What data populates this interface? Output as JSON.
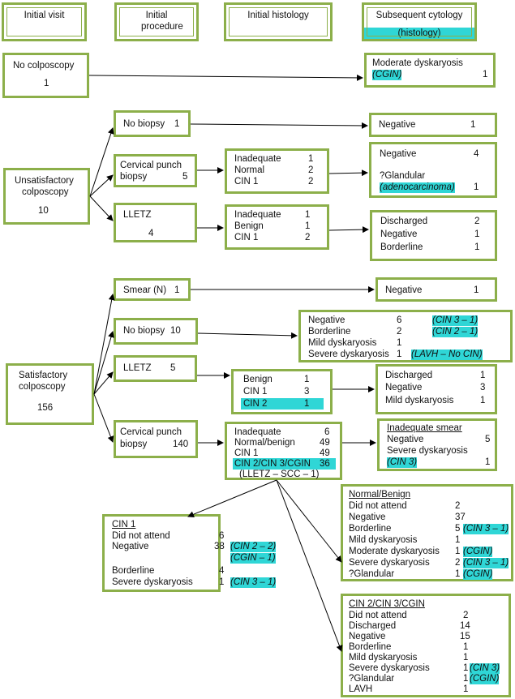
{
  "headers": {
    "visit": "Initial visit",
    "procedure": "Initial procedure",
    "histology": "Initial histology",
    "cytology": "Subsequent cytology",
    "cytology_sub": "(histology)"
  },
  "no_colposcopy": {
    "label": "No colposcopy",
    "count": "1",
    "result_label": "Moderate dyskaryosis",
    "result_hist": "(CGIN)",
    "result_count": "1"
  },
  "unsat": {
    "label_1": "Unsatisfactory",
    "label_2": "colposcopy",
    "count": "10",
    "no_biopsy": {
      "label": "No biopsy",
      "count": "1",
      "result": "Negative",
      "result_count": "1"
    },
    "punch": {
      "label_1": "Cervical punch",
      "label_2": "biopsy",
      "count": "5",
      "histology": [
        {
          "label": "Inadequate",
          "count": "1"
        },
        {
          "label": "Normal",
          "count": "2"
        },
        {
          "label": "CIN 1",
          "count": "2"
        }
      ],
      "result_negative": "Negative",
      "result_negative_count": "4",
      "result_glandular": "?Glandular",
      "result_glandular_hist": "(adenocarcinoma)",
      "result_glandular_count": "1"
    },
    "lletz": {
      "label": "LLETZ",
      "count": "4",
      "histology": [
        {
          "label": "Inadequate",
          "count": "1"
        },
        {
          "label": "Benign",
          "count": "1"
        },
        {
          "label": "CIN 1",
          "count": "2"
        }
      ],
      "results": [
        {
          "label": "Discharged",
          "count": "2"
        },
        {
          "label": "Negative",
          "count": "1"
        },
        {
          "label": "Borderline",
          "count": "1"
        }
      ]
    }
  },
  "sat": {
    "label_1": "Satisfactory",
    "label_2": "colposcopy",
    "count": "156",
    "smear": {
      "label": "Smear (N)",
      "count": "1",
      "result": "Negative",
      "result_count": "1"
    },
    "no_biopsy": {
      "label": "No biopsy",
      "count": "10",
      "results": [
        {
          "label": "Negative",
          "count": "6",
          "hist": "(CIN 3 – 1)"
        },
        {
          "label": "Borderline",
          "count": "2",
          "hist": "(CIN 2 – 1)"
        },
        {
          "label": "Mild dyskaryosis",
          "count": "1",
          "hist": ""
        },
        {
          "label": "Severe dyskaryosis",
          "count": "1",
          "hist": "(LAVH – No  CIN)"
        }
      ]
    },
    "lletz": {
      "label": "LLETZ",
      "count": "5",
      "histology": [
        {
          "label": "Benign",
          "count": "1"
        },
        {
          "label": "CIN 1",
          "count": "3"
        },
        {
          "label": "CIN 2",
          "count": "1"
        }
      ],
      "results": [
        {
          "label": "Discharged",
          "count": "1"
        },
        {
          "label": "Negative",
          "count": "3"
        },
        {
          "label": "Mild dyskaryosis",
          "count": "1"
        }
      ]
    },
    "punch": {
      "label_1": "Cervical punch",
      "label_2": "biopsy",
      "count": "140",
      "histology": [
        {
          "label": "Inadequate",
          "count": "6"
        },
        {
          "label": "Normal/benign",
          "count": "49"
        },
        {
          "label": "CIN 1",
          "count": "49"
        },
        {
          "label": "CIN 2/CIN 3/CGIN",
          "count": "36"
        }
      ],
      "histology_note": "(LLETZ – SCC – 1)",
      "inadequate_title": "Inadequate smear",
      "inadequate_results": [
        {
          "label": "Negative",
          "count": "5",
          "hist": ""
        },
        {
          "label": "Severe dyskaryosis",
          "count": "",
          "hist": ""
        },
        {
          "label": "",
          "count": "1",
          "hist": "(CIN 3)"
        }
      ]
    },
    "cin1": {
      "title": "CIN 1",
      "rows": [
        {
          "label": "Did not attend",
          "count": "6",
          "hist": ""
        },
        {
          "label": "Negative",
          "count": "38",
          "hist": "(CIN 2 – 2)"
        },
        {
          "label": "",
          "count": "",
          "hist": "(CGIN – 1)"
        },
        {
          "label": "Borderline",
          "count": "4",
          "hist": ""
        },
        {
          "label": "Severe dyskaryosis",
          "count": "1",
          "hist": "(CIN 3 – 1)"
        }
      ]
    },
    "normal": {
      "title": "Normal/Benign",
      "rows": [
        {
          "label": "Did not attend",
          "count": "2",
          "hist": ""
        },
        {
          "label": "Negative",
          "count": "37",
          "hist": ""
        },
        {
          "label": "Borderline",
          "count": "5",
          "hist": "(CIN 3 – 1)"
        },
        {
          "label": "Mild dyskaryosis",
          "count": "1",
          "hist": ""
        },
        {
          "label": "Moderate dyskaryosis",
          "count": "1",
          "hist": "(CGIN)"
        },
        {
          "label": "Severe dyskaryosis",
          "count": "2",
          "hist": "(CIN 3 – 1)"
        },
        {
          "label": "?Glandular",
          "count": "1",
          "hist": "(CGIN)"
        }
      ]
    },
    "cin23": {
      "title": "CIN 2/CIN 3/CGIN",
      "rows": [
        {
          "label": "Did not attend",
          "count": "2",
          "hist": ""
        },
        {
          "label": "Discharged",
          "count": "14",
          "hist": ""
        },
        {
          "label": "Negative",
          "count": "15",
          "hist": ""
        },
        {
          "label": "Borderline",
          "count": "1",
          "hist": ""
        },
        {
          "label": "Mild dyskaryosis",
          "count": "1",
          "hist": ""
        },
        {
          "label": "Severe dyskaryosis",
          "count": "1",
          "hist": "(CIN 3)"
        },
        {
          "label": "?Glandular",
          "count": "1",
          "hist": "(CGIN)"
        },
        {
          "label": "LAVH",
          "count": "1",
          "hist": ""
        }
      ]
    }
  },
  "colors": {
    "border": "#8caf4a",
    "highlight": "#2fd6d6"
  }
}
